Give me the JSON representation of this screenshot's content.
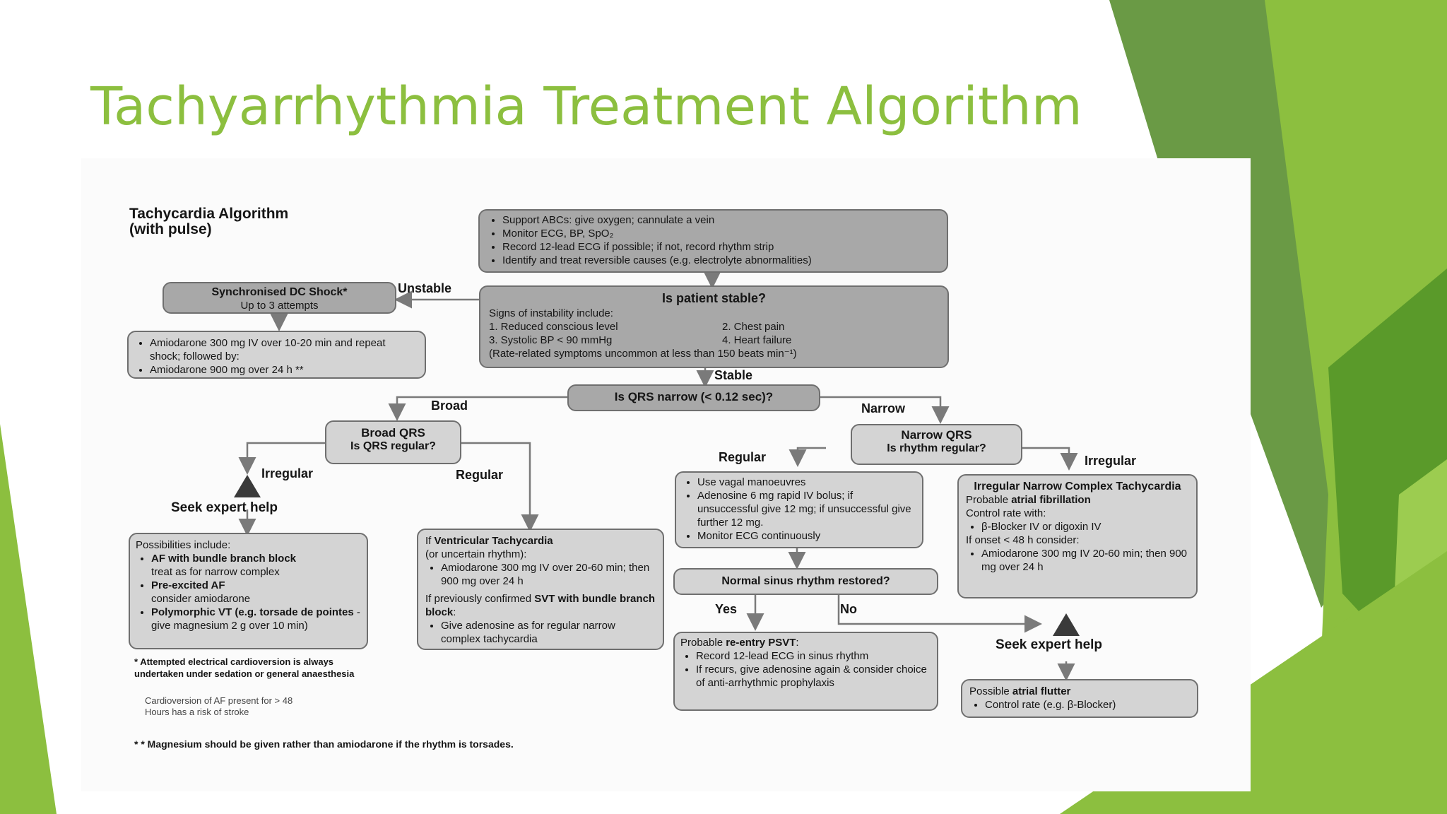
{
  "slide": {
    "title": "Tachyarrhythmia Treatment Algorithm",
    "accent_color": "#8cbf3f"
  },
  "algorithm": {
    "title_line1": "Tachycardia Algorithm",
    "title_line2": "(with pulse)",
    "initial_steps": [
      "Support ABCs: give oxygen; cannulate a vein",
      "Monitor ECG, BP, SpO₂",
      "Record 12-lead ECG if possible; if not, record rhythm strip",
      "Identify and treat reversible causes (e.g. electrolyte abnormalities)"
    ],
    "stability": {
      "question": "Is patient stable?",
      "signs_intro": "Signs of instability include:",
      "sign1": "1. Reduced conscious level",
      "sign2": "2. Chest pain",
      "sign3": "3. Systolic BP < 90 mmHg",
      "sign4": "4. Heart failure",
      "note": "(Rate-related symptoms uncommon at less than 150 beats min⁻¹)"
    },
    "unstable_label": "Unstable",
    "stable_label": "Stable",
    "shock": {
      "title": "Synchronised DC Shock*",
      "subtitle": "Up to 3 attempts"
    },
    "amiodarone_box": [
      "Amiodarone 300 mg IV over 10-20 min and repeat shock; followed by:",
      "Amiodarone 900 mg over 24 h  **"
    ],
    "qrs_question": "Is QRS narrow (< 0.12 sec)?",
    "broad_label": "Broad",
    "narrow_label": "Narrow",
    "broad_box": {
      "title": "Broad QRS",
      "question": "Is QRS regular?"
    },
    "narrow_box": {
      "title": "Narrow QRS",
      "question": "Is rhythm regular?"
    },
    "broad_irregular_label": "Irregular",
    "broad_regular_label": "Regular",
    "narrow_regular_label": "Regular",
    "narrow_irregular_label": "Irregular",
    "seek_help_left": "Seek expert help",
    "seek_help_right": "Seek expert help",
    "possibilities": {
      "intro": "Possibilities include:",
      "item1_bold": "AF with bundle branch block",
      "item1_text": "treat as for narrow complex",
      "item2_bold": "Pre-excited AF",
      "item2_text": "consider amiodarone",
      "item3_bold": "Polymorphic VT (e.g. torsade de pointes",
      "item3_text": "- give magnesium 2 g over 10 min)"
    },
    "vt_box": {
      "line1_pre": "If ",
      "line1_bold": "Ventricular Tachycardia",
      "line2": "(or uncertain rhythm):",
      "item1": "Amiodarone 300 mg IV over 20-60 min; then 900 mg over 24 h",
      "line3_pre": "If previously confirmed ",
      "line3_bold": "SVT with bundle branch block",
      "line3_post": ":",
      "item2": "Give adenosine as for regular narrow complex tachycardia"
    },
    "vagal_box": [
      "Use vagal manoeuvres",
      "Adenosine 6 mg rapid IV bolus; if unsuccessful give 12 mg; if unsuccessful give further 12 mg.",
      "Monitor ECG continuously"
    ],
    "nsr_question": "Normal sinus rhythm restored?",
    "yes_label": "Yes",
    "no_label": "No",
    "psvt_box": {
      "intro_pre": "Probable ",
      "intro_bold": "re-entry PSVT",
      "intro_post": ":",
      "item1": "Record 12-lead ECG in sinus rhythm",
      "item2": "If recurs, give adenosine again & consider choice of anti-arrhythmic prophylaxis"
    },
    "irregular_narrow_box": {
      "title": "Irregular Narrow Complex Tachycardia",
      "probable_pre": "Probable ",
      "probable_bold": "atrial fibrillation",
      "control": "Control rate with:",
      "item1": "β-Blocker IV or digoxin IV",
      "onset": "If onset < 48 h consider:",
      "item2": "Amiodarone 300 mg IV 20-60 min; then 900 mg over 24 h"
    },
    "flutter_box": {
      "line_pre": "Possible ",
      "line_bold": "atrial flutter",
      "item1": "Control rate (e.g. β-Blocker)"
    },
    "footnote1": "* Attempted electrical cardioversion is always undertaken under sedation or general anaesthesia",
    "footnote2": "Cardioversion of AF present for > 48 Hours has a risk of stroke",
    "footnote3": "* * Magnesium should be given rather than amiodarone if the rhythm is torsades."
  }
}
